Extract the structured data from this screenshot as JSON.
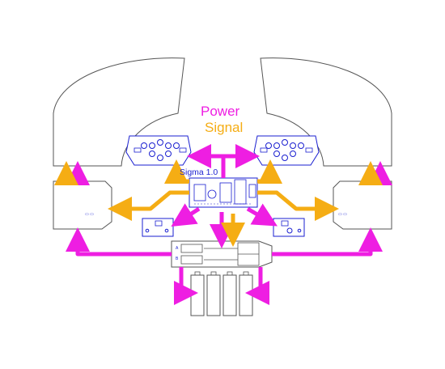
{
  "legend": {
    "power_label": "Power",
    "signal_label": "Signal",
    "power_color": "#ee1ee2",
    "signal_color": "#f5ad14"
  },
  "controller": {
    "title": "Sigma 1.0",
    "color": "#1a1fd0"
  },
  "connector_tags": {
    "left_housing": "▭ ▭",
    "right_housing": "▭ ▭",
    "harness_a": "A",
    "harness_b": "B"
  },
  "colors": {
    "outline": "#555555",
    "component_stroke": "#1a1fd0",
    "component_fill": "#ffffff"
  }
}
